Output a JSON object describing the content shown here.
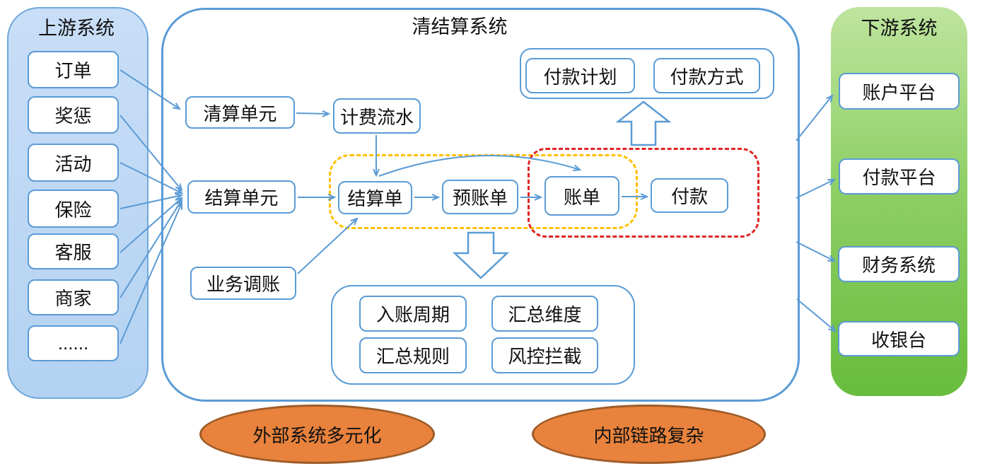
{
  "diagram": {
    "upstream": {
      "title": "上游系统",
      "items": [
        "订单",
        "奖惩",
        "活动",
        "保险",
        "客服",
        "商家",
        "......"
      ]
    },
    "core": {
      "title": "清结算系统",
      "payment_group": {
        "plan": "付款计划",
        "method": "付款方式"
      },
      "clearing_unit": "清算单元",
      "billing_flow": "计费流水",
      "settlement_unit": "结算单元",
      "settlement_bill": "结算单",
      "pre_bill": "预账单",
      "bill": "账单",
      "payment": "付款",
      "business_adjustment": "业务调账",
      "rules": [
        "入账周期",
        "汇总维度",
        "汇总规则",
        "风控拦截"
      ]
    },
    "downstream": {
      "title": "下游系统",
      "items": [
        "账户平台",
        "付款平台",
        "财务系统",
        "收银台"
      ]
    },
    "callouts": [
      "外部系统多元化",
      "内部链路复杂"
    ]
  },
  "colors": {
    "line_blue": "#5B9BD5",
    "panel_blue_border": "#6FA8DC",
    "dashed_orange": "#FFC000",
    "dashed_red": "#E02424",
    "ellipse_fill": "#E8823C",
    "ellipse_border": "#9E5B28"
  }
}
